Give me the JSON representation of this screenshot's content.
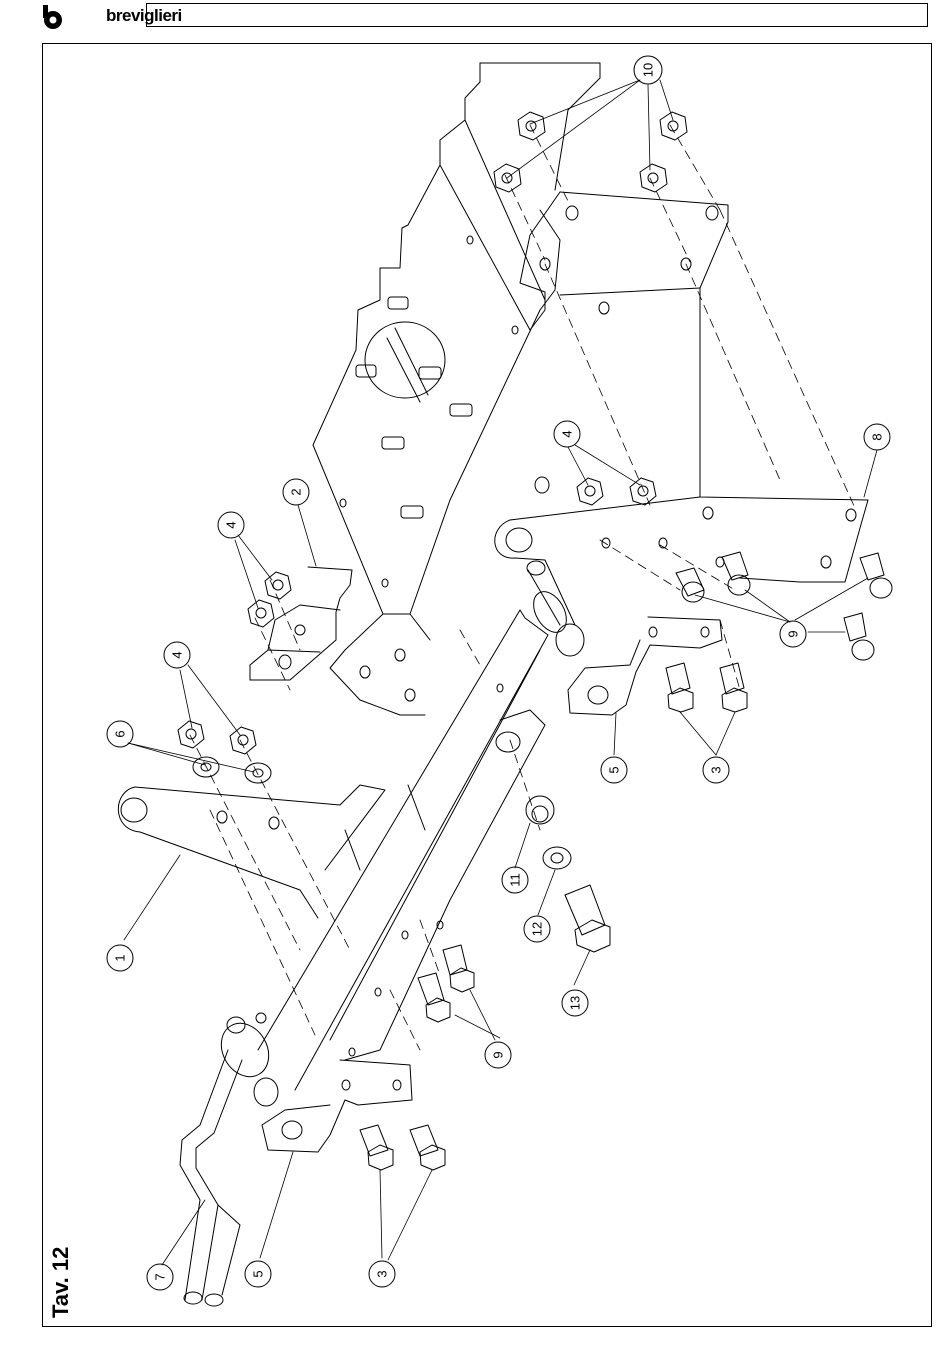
{
  "header": {
    "brand": "breviglieri",
    "title_box": ""
  },
  "sheet": {
    "label": "Tav. 12"
  },
  "callouts": [
    {
      "id": "c10",
      "label": "10"
    },
    {
      "id": "c2",
      "label": "2"
    },
    {
      "id": "c4a",
      "label": "4"
    },
    {
      "id": "c4b",
      "label": "4"
    },
    {
      "id": "c4c",
      "label": "4"
    },
    {
      "id": "c6",
      "label": "6"
    },
    {
      "id": "c8",
      "label": "8"
    },
    {
      "id": "c9a",
      "label": "9"
    },
    {
      "id": "c5a",
      "label": "5"
    },
    {
      "id": "c3a",
      "label": "3"
    },
    {
      "id": "c1",
      "label": "1"
    },
    {
      "id": "c11",
      "label": "11"
    },
    {
      "id": "c12",
      "label": "12"
    },
    {
      "id": "c13",
      "label": "13"
    },
    {
      "id": "c9b",
      "label": "9"
    },
    {
      "id": "c7",
      "label": "7"
    },
    {
      "id": "c5b",
      "label": "5"
    },
    {
      "id": "c3b",
      "label": "3"
    }
  ]
}
